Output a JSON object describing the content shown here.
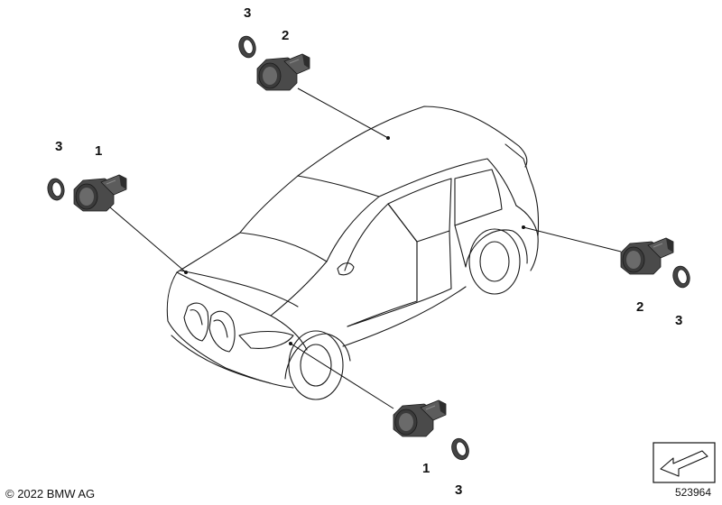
{
  "callouts": [
    {
      "id": "c-rear-top-ring",
      "label": "3"
    },
    {
      "id": "c-rear-top-sensor",
      "label": "2"
    },
    {
      "id": "c-front-left-ring",
      "label": "3"
    },
    {
      "id": "c-front-left-sensor",
      "label": "1"
    },
    {
      "id": "c-rear-right-sensor",
      "label": "2"
    },
    {
      "id": "c-rear-right-ring",
      "label": "3"
    },
    {
      "id": "c-front-bottom-sensor",
      "label": "1"
    },
    {
      "id": "c-front-bottom-ring",
      "label": "3"
    }
  ],
  "footer": {
    "copyright": "© 2022 BMW AG",
    "diagram_number": "523964"
  },
  "colors": {
    "sensor_dark": "#3a3a3a",
    "sensor_mid": "#5c5c5c",
    "sensor_light": "#8a8a8a",
    "line": "#1a1a1a"
  }
}
